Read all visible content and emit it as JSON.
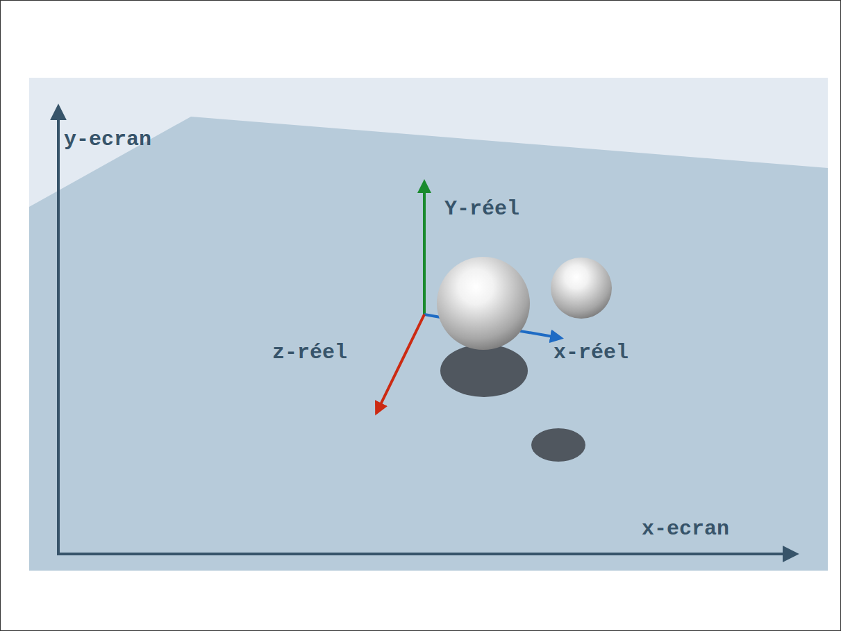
{
  "diagram": {
    "labels": [
      "y-ecran",
      "Y-réel",
      "z-réel",
      "x-réel",
      "x-ecran"
    ]
  }
}
